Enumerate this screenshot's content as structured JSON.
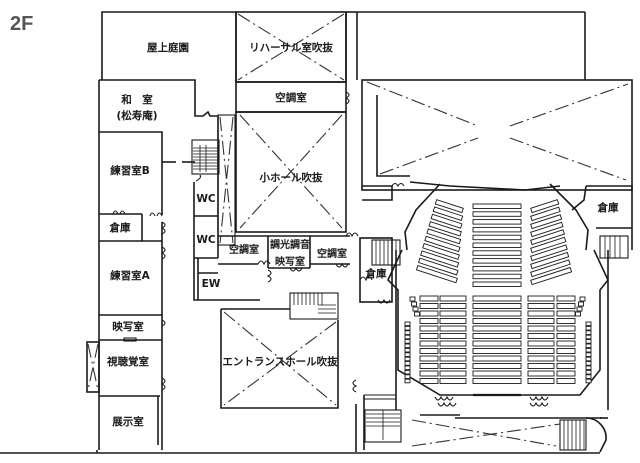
{
  "floor_label": "2F",
  "rooms": {
    "rooftop_garden": "屋上庭園",
    "rehearsal_void": "リハーサル室吹抜",
    "ac_room_top": "空調室",
    "japanese_room_line1": "和　室",
    "japanese_room_line2": "(松寿庵)",
    "practice_room_b": "練習室B",
    "storage_left": "倉庫",
    "practice_room_a": "練習室A",
    "projection_room_left": "映写室",
    "av_room": "視聴覚室",
    "exhibition_room": "展示室",
    "wc_upper": "WC",
    "wc_lower": "WC",
    "ew": "EW",
    "small_hall_void": "小ホール吹抜",
    "ac_room_mid_left": "空調室",
    "control_line1": "調光調音",
    "control_line2": "映写室",
    "ac_room_mid_right": "空調室",
    "storage_center": "倉庫",
    "entrance_hall_void": "エントランスホール吹抜",
    "storage_right": "倉庫"
  }
}
